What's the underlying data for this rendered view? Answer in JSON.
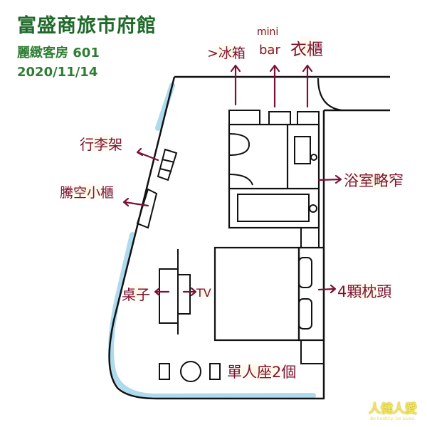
{
  "header": {
    "title": "富盛商旅市府館",
    "room": "麗緻客房 601",
    "date": "2020/11/14"
  },
  "labels": {
    "fridge": ">冰箱",
    "minibar_line1": "mini",
    "minibar_line2": "bar",
    "wardrobe": "衣櫃",
    "luggage_rack": "行李架",
    "hollow_cabinet": "騰空小櫃",
    "bathroom": "浴室略窄",
    "pillows": "4顆枕頭",
    "desk": "桌子",
    "tv": "TV",
    "single_seats": "單人座2個"
  },
  "logo": {
    "main": "人健人愛",
    "tagline": "Be healthy, be loved."
  },
  "colors": {
    "header_green": "#1f6a2a",
    "annotation": "#7a1236",
    "window_blue": "#9fd3ea",
    "line": "#111111"
  }
}
